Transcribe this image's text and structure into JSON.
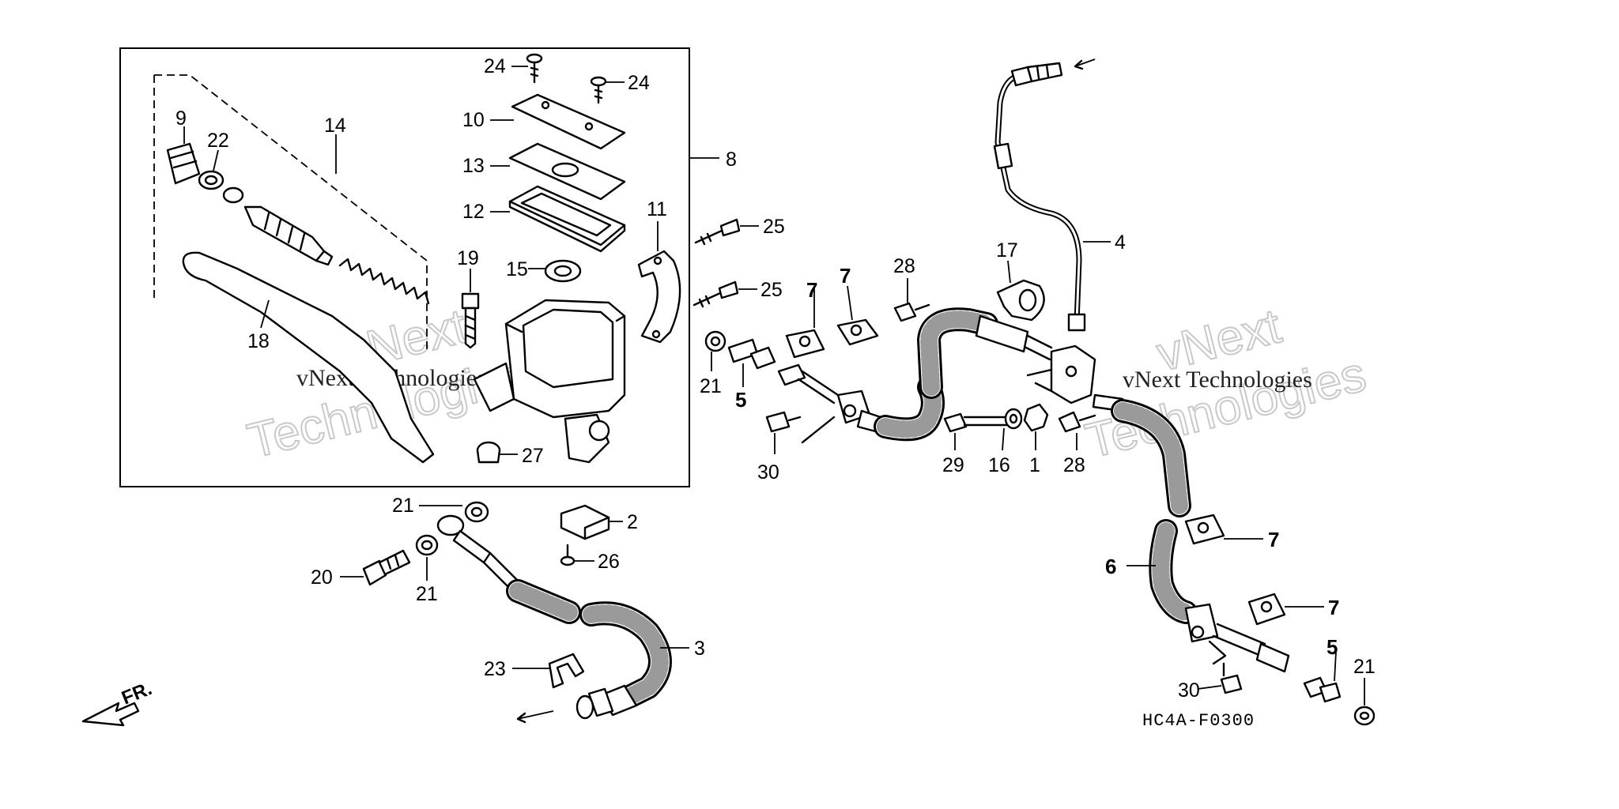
{
  "labels": {
    "l1": "1",
    "l2": "2",
    "l3": "3",
    "l4": "4",
    "l5a": "5",
    "l5b": "5",
    "l6": "6",
    "l7a": "7",
    "l7b": "7",
    "l7c": "7",
    "l7d": "7",
    "l8": "8",
    "l9": "9",
    "l10": "10",
    "l11": "11",
    "l12": "12",
    "l13": "13",
    "l14": "14",
    "l15": "15",
    "l16": "16",
    "l17": "17",
    "l18": "18",
    "l19": "19",
    "l20": "20",
    "l21a": "21",
    "l21b": "21",
    "l21c": "21",
    "l21d": "21",
    "l22": "22",
    "l23": "23",
    "l24a": "24",
    "l24b": "24",
    "l25a": "25",
    "l25b": "25",
    "l26": "26",
    "l27": "27",
    "l28a": "28",
    "l28b": "28",
    "l29": "29",
    "l30a": "30",
    "l30b": "30"
  },
  "diagram_code": "HC4A-F0300",
  "front_marker": "FR.",
  "watermarks": {
    "brand": "vNext",
    "word": "Technologies",
    "full": "vNext Technologies"
  }
}
